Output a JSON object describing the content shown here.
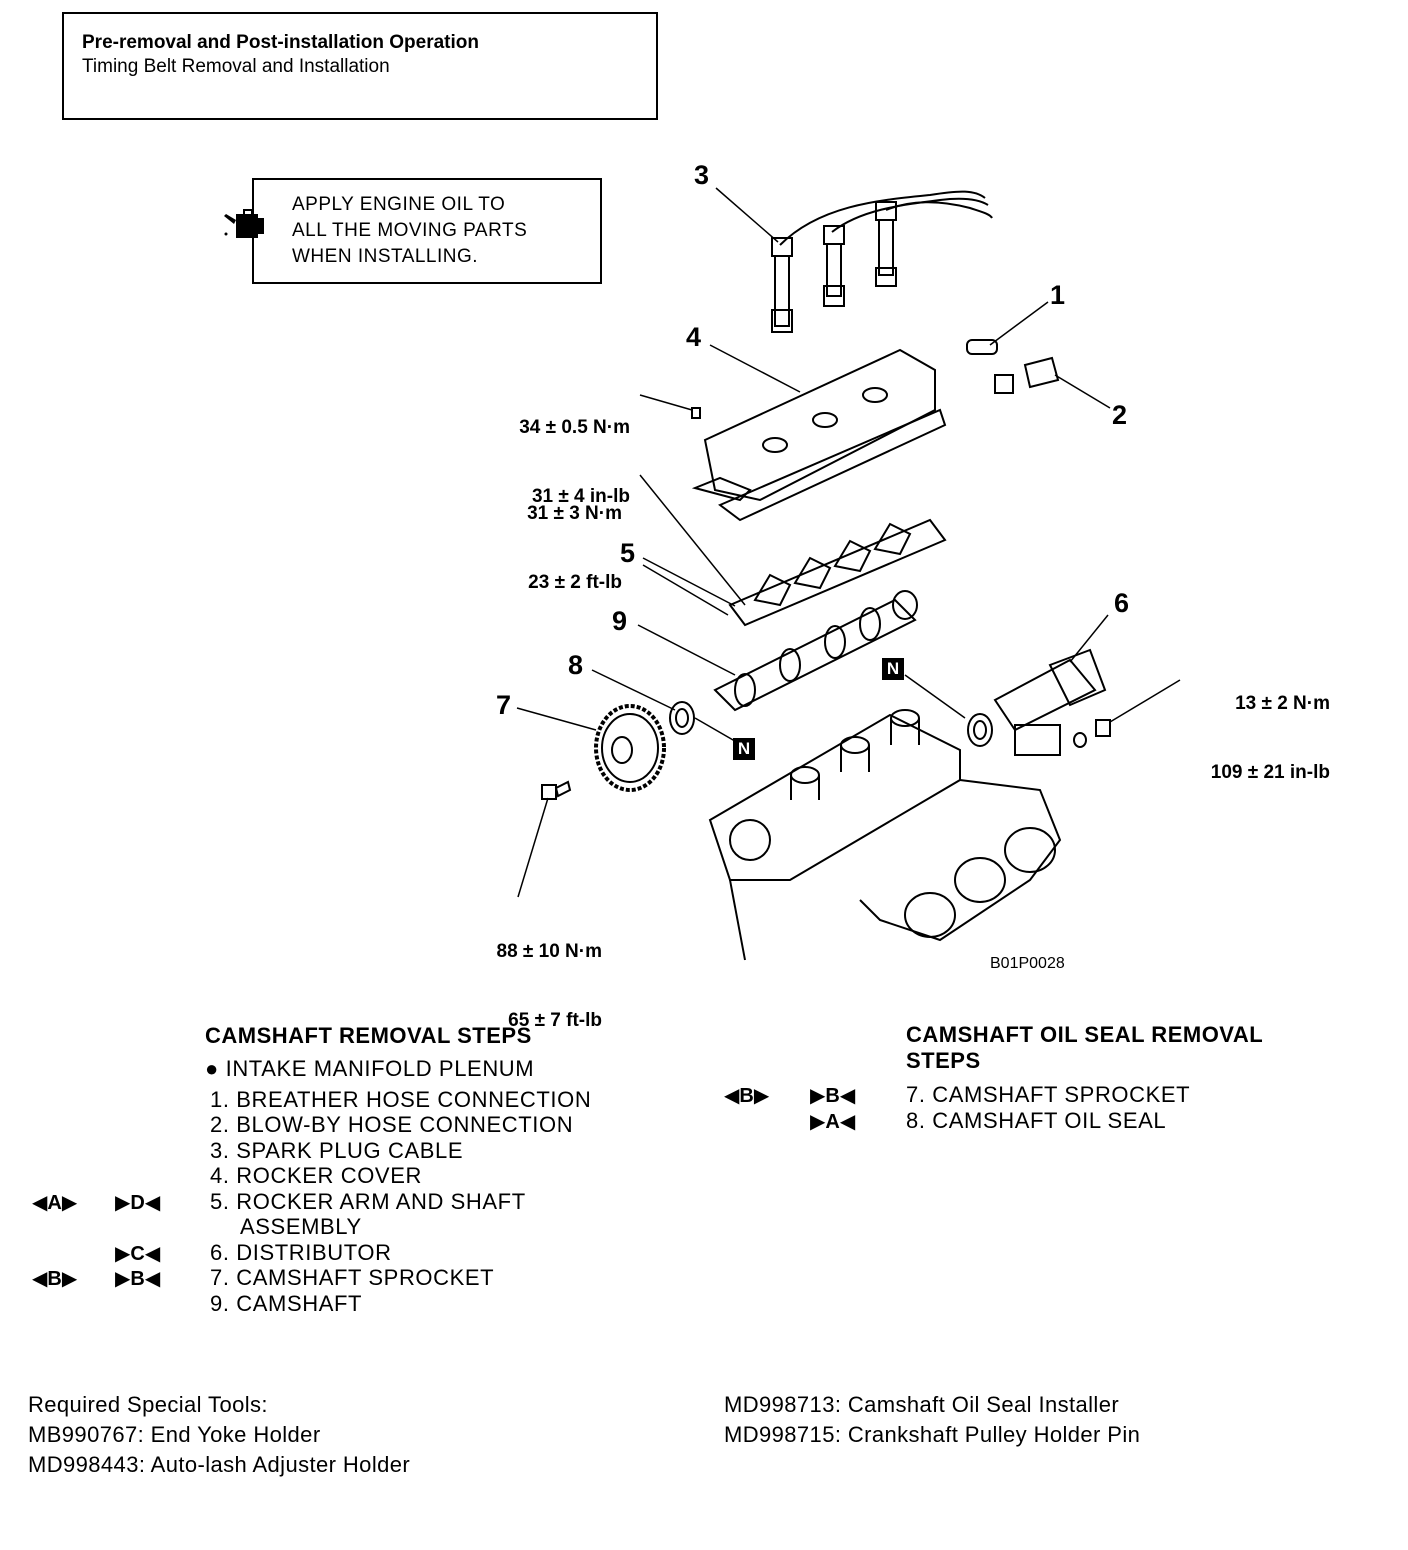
{
  "header": {
    "title": "Pre-removal and Post-installation Operation",
    "subtitle": "Timing Belt Removal and Installation"
  },
  "oil_note": {
    "line1": "APPLY ENGINE OIL TO",
    "line2": "ALL THE MOVING PARTS",
    "line3": "WHEN INSTALLING.",
    "icon": "oil-can-icon"
  },
  "diagram": {
    "callouts": [
      "1",
      "2",
      "3",
      "4",
      "5",
      "6",
      "7",
      "8",
      "9"
    ],
    "new_part_mark": "N",
    "torque_rocker_cover": {
      "line1": "34 ± 0.5 N·m",
      "line2": "31 ± 4 in-lb"
    },
    "torque_rocker_arm": {
      "line1": "31 ± 3 N·m",
      "line2": "23 ± 2 ft-lb"
    },
    "torque_distributor": {
      "line1": "13 ± 2 N·m",
      "line2": "109 ± 21 in-lb"
    },
    "torque_sprocket": {
      "line1": "88 ± 10 N·m",
      "line2": "65 ± 7 ft-lb"
    },
    "figure_id": "B01P0028"
  },
  "removal_steps": {
    "heading": "CAMSHAFT REMOVAL STEPS",
    "items": [
      {
        "num": "●",
        "text": "INTAKE MANIFOLD PLENUM",
        "removal_mark": "",
        "install_mark": ""
      },
      {
        "num": "1.",
        "text": "BREATHER HOSE CONNECTION",
        "removal_mark": "",
        "install_mark": ""
      },
      {
        "num": "2.",
        "text": "BLOW-BY HOSE CONNECTION",
        "removal_mark": "",
        "install_mark": ""
      },
      {
        "num": "3.",
        "text": "SPARK PLUG CABLE",
        "removal_mark": "",
        "install_mark": ""
      },
      {
        "num": "4.",
        "text": "ROCKER COVER",
        "removal_mark": "",
        "install_mark": ""
      },
      {
        "num": "5.",
        "text": "ROCKER ARM AND SHAFT",
        "text2": "ASSEMBLY",
        "removal_mark": "◀A▶",
        "install_mark": "▶D◀"
      },
      {
        "num": "6.",
        "text": "DISTRIBUTOR",
        "removal_mark": "",
        "install_mark": "▶C◀"
      },
      {
        "num": "7.",
        "text": "CAMSHAFT SPROCKET",
        "removal_mark": "◀B▶",
        "install_mark": "▶B◀"
      },
      {
        "num": "9.",
        "text": "CAMSHAFT",
        "removal_mark": "",
        "install_mark": ""
      }
    ]
  },
  "oil_seal_steps": {
    "heading_line1": "CAMSHAFT OIL SEAL REMOVAL",
    "heading_line2": "STEPS",
    "items": [
      {
        "num": "7.",
        "text": "CAMSHAFT SPROCKET",
        "removal_mark": "◀B▶",
        "install_mark": "▶B◀"
      },
      {
        "num": "8.",
        "text": "CAMSHAFT OIL SEAL",
        "removal_mark": "",
        "install_mark": "▶A◀"
      }
    ]
  },
  "tools": {
    "heading": "Required Special Tools:",
    "left": [
      "MB990767: End Yoke Holder",
      "MD998443: Auto-lash Adjuster Holder"
    ],
    "right": [
      "MD998713: Camshaft Oil Seal Installer",
      "MD998715: Crankshaft Pulley Holder Pin"
    ]
  }
}
